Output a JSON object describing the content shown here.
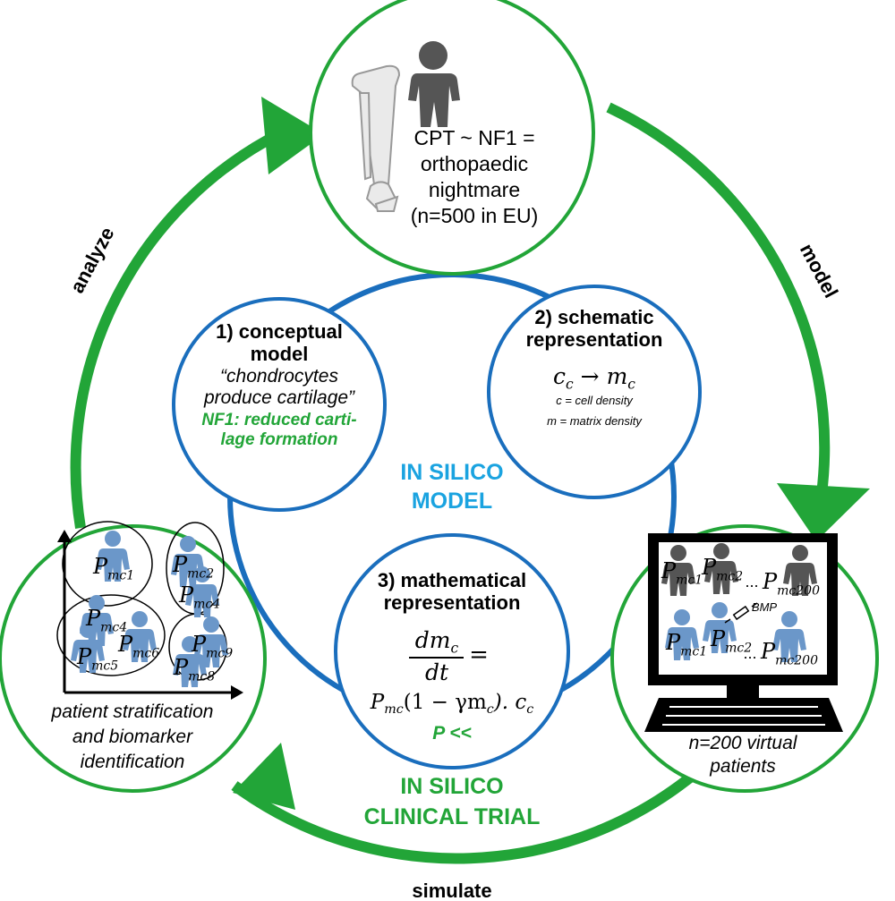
{
  "colors": {
    "green": "#22a538",
    "blue": "#1a6ebd",
    "light_blue": "#1aa3e0",
    "patient_blue": "#6b97c9",
    "patient_gray": "#555555"
  },
  "cycle_labels": {
    "model": "model",
    "simulate": "simulate",
    "analyze": "analyze"
  },
  "top": {
    "text": [
      "CPT ~ NF1 =",
      "orthopaedic",
      "nightmare",
      "(n=500 in EU)"
    ]
  },
  "center": {
    "in_silico_model": [
      "IN SILICO",
      "MODEL"
    ],
    "in_silico_trial": [
      "IN SILICO",
      "CLINICAL TRIAL"
    ]
  },
  "conceptual": {
    "title": [
      "1) conceptual",
      "model"
    ],
    "quote": [
      "“chondrocytes",
      "produce cartilage”"
    ],
    "nf1": [
      "NF1: reduced carti-",
      "lage formation"
    ]
  },
  "schematic": {
    "title": [
      "2) schematic",
      "representation"
    ],
    "formula": {
      "c": "c",
      "c_sub": "c",
      "arrow": "→",
      "m": "m",
      "m_sub": "c"
    },
    "defs": [
      "c = cell density",
      "m = matrix density"
    ]
  },
  "mathematical": {
    "title": [
      "3) mathematical",
      "representation"
    ],
    "numerator": "dm",
    "numerator_sub": "c",
    "denominator": "dt",
    "equals": "=",
    "rhs": {
      "p": "P",
      "p_sub": "mc",
      "mid": "(1 − γm",
      "m_sub": "c",
      "end": "). c",
      "c_sub": "c"
    },
    "p_note": "P <<"
  },
  "stratification": {
    "caption": [
      "patient stratification",
      "and biomarker",
      "identification"
    ],
    "patients": [
      {
        "p": "P",
        "sub": "mc1"
      },
      {
        "p": "P",
        "sub": "mc2"
      },
      {
        "p": "P",
        "sub": "mc4"
      },
      {
        "p": "P",
        "sub": "mc4"
      },
      {
        "p": "P",
        "sub": "mc6"
      },
      {
        "p": "P",
        "sub": "mc5"
      },
      {
        "p": "P",
        "sub": "mc9"
      },
      {
        "p": "P",
        "sub": "mc8"
      }
    ]
  },
  "virtual": {
    "caption": [
      "n=200 virtual",
      "patients"
    ],
    "top_row": [
      {
        "p": "P",
        "sub": "mc1"
      },
      {
        "p": "P",
        "sub": "mc2"
      },
      {
        "p": "P",
        "sub": "mc200"
      }
    ],
    "bottom_row": [
      {
        "p": "P",
        "sub": "mc1"
      },
      {
        "p": "P",
        "sub": "mc2"
      },
      {
        "p": "P",
        "sub": "mc200"
      }
    ],
    "ellipsis": "...",
    "bmp": "BMP"
  }
}
